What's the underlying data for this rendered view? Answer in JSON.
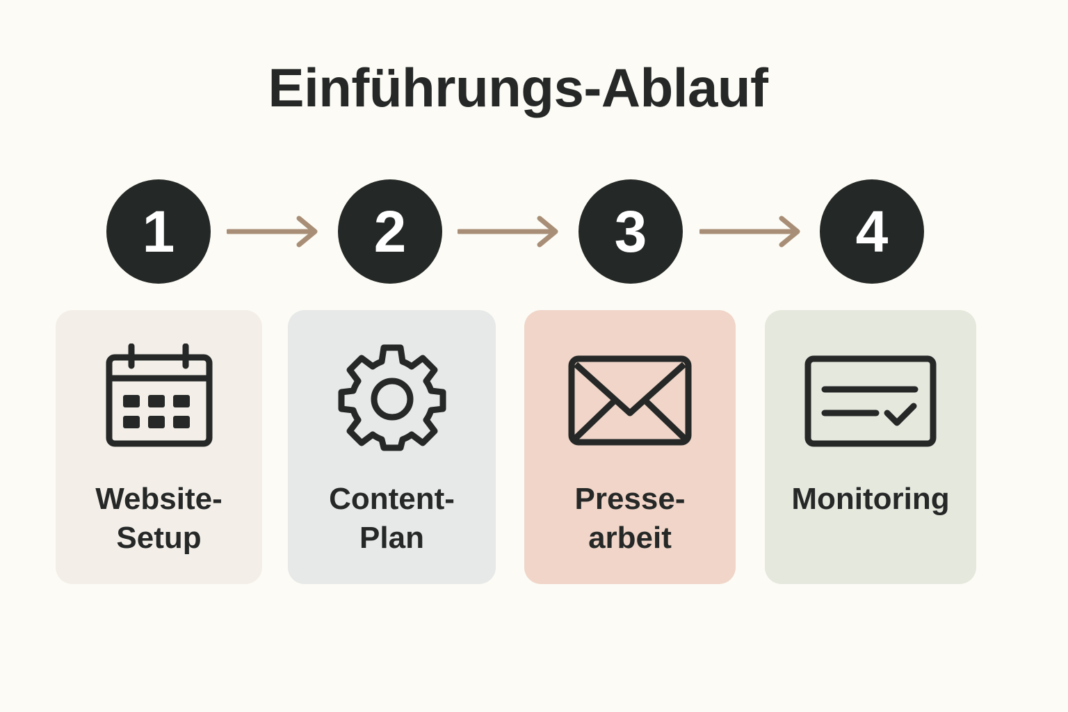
{
  "title": "Einführungs-Ablauf",
  "colors": {
    "background": "#fcfbf5",
    "circle": "#242826",
    "arrow": "#a88e76",
    "icon_stroke": "#252827"
  },
  "steps": [
    {
      "number": "1",
      "label": "Website-\nSetup",
      "icon": "calendar-icon",
      "card_color": "#f3efe8"
    },
    {
      "number": "2",
      "label": "Content-\nPlan",
      "icon": "gear-icon",
      "card_color": "#e6e9e8"
    },
    {
      "number": "3",
      "label": "Presse-\narbeit",
      "icon": "envelope-icon",
      "card_color": "#f0d5c8"
    },
    {
      "number": "4",
      "label": "Monitoring",
      "icon": "checklist-card-icon",
      "card_color": "#e5e8dd"
    }
  ]
}
